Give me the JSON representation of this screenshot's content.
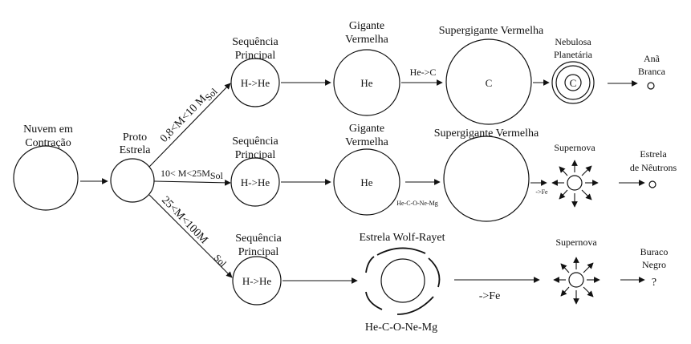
{
  "colors": {
    "cloud_fill": "#d9d9d9",
    "line": "#111111",
    "neutron_star": "#111111",
    "white_dwarf": "#bbbbbb"
  },
  "nodes": {
    "cloud": [
      "Nuvem em",
      "Contração"
    ],
    "proto": [
      "Proto",
      "Estrela"
    ],
    "top": {
      "seq": [
        "Sequência",
        "Principal"
      ],
      "seq_inner": "H->He",
      "giant": [
        "Gigante",
        "Vermelha"
      ],
      "giant_inner": "He",
      "transition": "He->C",
      "supergiant": "Supergigante Vermelha",
      "supergiant_inner": "C",
      "nebula": [
        "Nebulosa",
        "Planetária"
      ],
      "nebula_inner": "C",
      "end": [
        "Anã",
        "Branca"
      ]
    },
    "mid": {
      "seq": [
        "Sequência",
        "Principal"
      ],
      "seq_inner": "H->He",
      "giant": [
        "Gigante",
        "Vermelha"
      ],
      "giant_inner": "He",
      "giant_sub": "He-C-O-Ne-Mg",
      "supergiant": "Supergigante Vermelha",
      "to_fe": "->Fe",
      "supernova": "Supernova",
      "end": [
        "Estrela",
        "de Nêutrons"
      ]
    },
    "bot": {
      "seq": [
        "Sequência",
        "Principal"
      ],
      "seq_inner": "H->He",
      "wolf_rayet": "Estrela Wolf-Rayet",
      "wolf_rayet_sub": "He-C-O-Ne-Mg",
      "to_fe": "->Fe",
      "supernova": "Supernova",
      "end": [
        "Buraco",
        "Negro",
        "?"
      ]
    }
  },
  "mass_ranges": {
    "top": {
      "text": "0,8<M<10 M",
      "sub": "Sol"
    },
    "mid": {
      "text": "10< M<25M",
      "sub": "Sol"
    },
    "bot": {
      "text": "25<M<100M",
      "sub": "Sol"
    }
  }
}
